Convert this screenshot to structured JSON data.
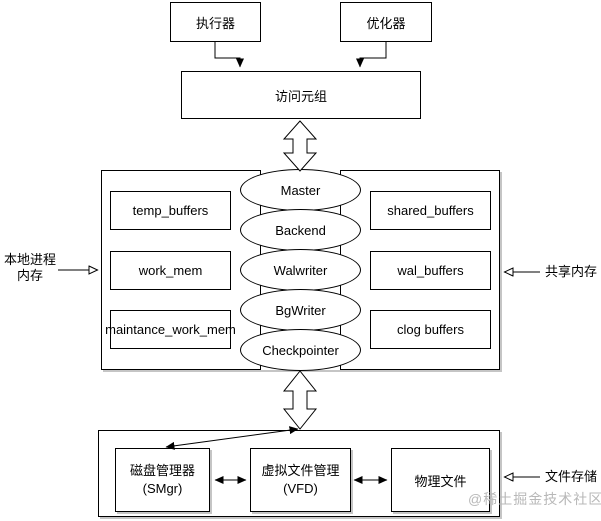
{
  "top_section": {
    "executor": "执行器",
    "optimizer": "优化器",
    "access_tuple": "访问元组"
  },
  "memory_section": {
    "local_label_line1": "本地进程",
    "local_label_line2": "内存",
    "shared_label": "共享内存",
    "local_boxes": [
      "temp_buffers",
      "work_mem",
      "maintance_work_mem"
    ],
    "process_ellipses": [
      "Master",
      "Backend",
      "Walwriter",
      "BgWriter",
      "Checkpointer"
    ],
    "shared_boxes": [
      "shared_buffers",
      "wal_buffers",
      "clog buffers"
    ]
  },
  "storage_section": {
    "label": "文件存储",
    "disk_manager_line1": "磁盘管理器",
    "disk_manager_line2": "(SMgr)",
    "virtual_file_line1": "虚拟文件管理",
    "virtual_file_line2": "(VFD)",
    "physical_file": "物理文件"
  },
  "watermark": "@稀土掘金技术社区",
  "colors": {
    "line": "#000000",
    "background": "#ffffff",
    "watermark": "#b8b8b8"
  }
}
